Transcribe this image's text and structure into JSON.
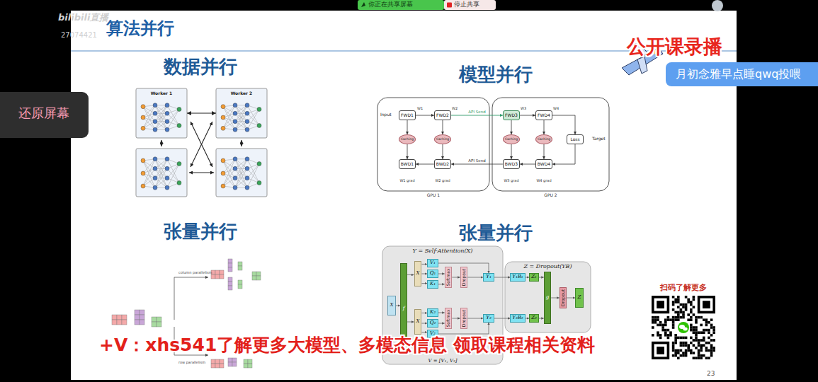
{
  "diagram": {
    "title": "算法并行",
    "nodes": [
      {
        "text": [
          "Worker 1"
        ]
      },
      {
        "text": [
          "Worker 2"
        ]
      },
      {
        "text": [
          "GPU 1"
        ]
      },
      {
        "text": [
          "FWD1"
        ],
        "in": 2
      },
      {
        "text": [
          "FWD2"
        ],
        "in": 2
      },
      {
        "text": [
          "Caching"
        ],
        "in": 2
      },
      {
        "text": [
          "Caching"
        ],
        "in": 2
      },
      {
        "text": [
          "BWD1"
        ],
        "in": 2
      },
      {
        "text": [
          "BWD2"
        ],
        "in": 2
      },
      {
        "text": [
          "GPU 2"
        ]
      },
      {
        "text": [
          "FWD3"
        ],
        "in": 9
      },
      {
        "text": [
          "FWD4"
        ],
        "in": 9
      },
      {
        "text": [
          "Caching"
        ],
        "in": 9
      },
      {
        "text": [
          "Caching"
        ],
        "in": 9
      },
      {
        "text": [
          "Loss"
        ],
        "in": 9
      },
      {
        "text": [
          "BWD3"
        ],
        "in": 9
      },
      {
        "text": [
          "BWD4"
        ],
        "in": 9
      },
      {
        "text": [
          "Y = Self-Attention(X)"
        ]
      },
      {
        "text": [
          "X"
        ],
        "in": 17
      },
      {
        "text": [
          "f"
        ],
        "in": 17
      },
      {
        "text": [
          "X"
        ],
        "in": 17
      },
      {
        "text": [
          "V₁"
        ],
        "in": 17
      },
      {
        "text": [
          "Q₁"
        ],
        "in": 17
      },
      {
        "text": [
          "K₁"
        ],
        "in": 17
      },
      {
        "text": [
          "Softmax"
        ],
        "in": 17
      },
      {
        "text": [
          "Dropout"
        ],
        "in": 17
      },
      {
        "text": [
          "Y₁"
        ],
        "in": 17
      },
      {
        "text": [
          "X"
        ],
        "in": 17
      },
      {
        "text": [
          "K₂"
        ],
        "in": 17
      },
      {
        "text": [
          "Q₂"
        ],
        "in": 17
      },
      {
        "text": [
          "V₂"
        ],
        "in": 17
      },
      {
        "text": [
          "Softmax"
        ],
        "in": 17
      },
      {
        "text": [
          "Dropout"
        ],
        "in": 17
      },
      {
        "text": [
          "Y₂"
        ],
        "in": 17
      },
      {
        "text": [
          "Z = Dropout(YB)"
        ]
      },
      {
        "text": [
          "Y₁B₁"
        ],
        "in": 34
      },
      {
        "text": [
          "Z₁"
        ],
        "in": 34
      },
      {
        "text": [
          "Y₂B₂"
        ],
        "in": 34
      },
      {
        "text": [
          "Z₂"
        ],
        "in": 34
      },
      {
        "text": [
          "g"
        ],
        "in": 34
      },
      {
        "text": [
          "Dropout"
        ],
        "in": 34
      },
      {
        "text": [
          "Z"
        ],
        "in": 34
      }
    ],
    "edges": [
      {
        "from": 0,
        "to": 1,
        "arrow": "both"
      },
      {
        "from": 3,
        "to": 4,
        "arrow": "to"
      },
      {
        "from": 4,
        "to": 10,
        "label": "API Send",
        "arrow": "to"
      },
      {
        "from": 10,
        "to": 11,
        "arrow": "to"
      },
      {
        "from": 11,
        "to": 14,
        "arrow": "to"
      },
      {
        "from": 14,
        "to": 16,
        "arrow": "to"
      },
      {
        "from": 16,
        "to": 15,
        "arrow": "to"
      },
      {
        "from": 15,
        "to": 8,
        "label": "API Send",
        "arrow": "to"
      },
      {
        "from": 8,
        "to": 7,
        "arrow": "to"
      },
      {
        "from": 3,
        "to": 5,
        "arrow": "to"
      },
      {
        "from": 5,
        "to": 7,
        "arrow": "to"
      },
      {
        "from": 4,
        "to": 6,
        "arrow": "to"
      },
      {
        "from": 6,
        "to": 8,
        "arrow": "to"
      },
      {
        "from": 10,
        "to": 12,
        "arrow": "to"
      },
      {
        "from": 12,
        "to": 15,
        "arrow": "to"
      },
      {
        "from": 11,
        "to": 13,
        "arrow": "to"
      },
      {
        "from": 13,
        "to": 16,
        "arrow": "to"
      },
      {
        "from": 18,
        "to": 19,
        "arrow": "to"
      },
      {
        "from": 19,
        "to": 20,
        "arrow": "to"
      },
      {
        "from": 19,
        "to": 27,
        "arrow": "to"
      },
      {
        "from": 20,
        "to": 21,
        "arrow": "to"
      },
      {
        "from": 20,
        "to": 22,
        "arrow": "to"
      },
      {
        "from": 20,
        "to": 23,
        "arrow": "to"
      },
      {
        "from": 22,
        "to": 24,
        "arrow": "to"
      },
      {
        "from": 23,
        "to": 24,
        "arrow": "to"
      },
      {
        "from": 24,
        "to": 25,
        "arrow": "to"
      },
      {
        "from": 25,
        "to": 26,
        "arrow": "to"
      },
      {
        "from": 21,
        "to": 26,
        "arrow": "to"
      },
      {
        "from": 27,
        "to": 28,
        "arrow": "to"
      },
      {
        "from": 27,
        "to": 29,
        "arrow": "to"
      },
      {
        "from": 27,
        "to": 30,
        "arrow": "to"
      },
      {
        "from": 28,
        "to": 31,
        "arrow": "to"
      },
      {
        "from": 29,
        "to": 31,
        "arrow": "to"
      },
      {
        "from": 31,
        "to": 32,
        "arrow": "to"
      },
      {
        "from": 32,
        "to": 33,
        "arrow": "to"
      },
      {
        "from": 30,
        "to": 33,
        "arrow": "to"
      },
      {
        "from": 26,
        "to": 35,
        "arrow": "to"
      },
      {
        "from": 33,
        "to": 37,
        "arrow": "to"
      },
      {
        "from": 35,
        "to": 36,
        "arrow": "to"
      },
      {
        "from": 37,
        "to": 38,
        "arrow": "to"
      },
      {
        "from": 36,
        "to": 39,
        "arrow": "to"
      },
      {
        "from": 38,
        "to": 39,
        "arrow": "to"
      },
      {
        "from": 39,
        "to": 40,
        "arrow": "to"
      },
      {
        "from": 40,
        "to": 41,
        "arrow": "to"
      }
    ],
    "labels": [
      "你正在共享屏幕",
      "停止共享",
      "bilibili直播",
      "27074421",
      "还原屏幕",
      "数据并行",
      "模型并行",
      "张量并行",
      "张量并行",
      "公开课录播",
      "月初念雅早点睡qwq投喂",
      "Input",
      "Target",
      "W1",
      "W2",
      "W3",
      "W4",
      "W1 grad",
      "W2 grad",
      "W3 grad",
      "W4 grad",
      "column parallelism",
      "row parallelism",
      "V = [V₁, V₂]",
      "扫码了解更多",
      "+V：xhs541了解更多大模型、多模态信息 领取课程相关资料",
      "23"
    ]
  }
}
